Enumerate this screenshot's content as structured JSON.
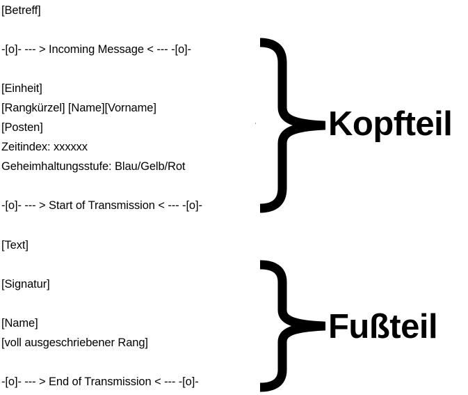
{
  "document": {
    "lines": [
      "[Betreff]",
      "-[o]- --- > Incoming Message < --- -[o]-",
      "[Einheit]",
      "[Rangkürzel] [Name][Vorname]",
      "[Posten]",
      "Zeitindex: xxxxxx",
      "Geheimhaltungsstufe: Blau/Gelb/Rot",
      "-[o]- --- > Start of Transmission < --- -[o]-",
      "[Text]",
      "[Signatur]",
      "[Name]",
      "[voll ausgeschriebener Rang]",
      "-[o]- --- > End of Transmission < --- -[o]-"
    ]
  },
  "sections": {
    "header_label": "Kopfteil",
    "footer_label": "Fußteil"
  }
}
